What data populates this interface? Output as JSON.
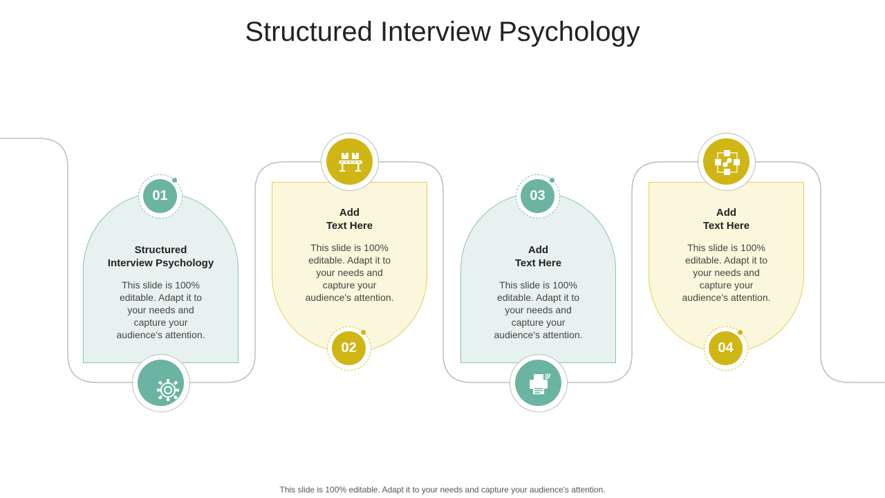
{
  "page": {
    "title": "Structured Interview Psychology",
    "footer": "This slide is 100% editable. Adapt it to your needs and capture your audience's attention."
  },
  "colors": {
    "teal": "#6bb4a1",
    "yellow": "#cfb614",
    "teal_fill": "#e7f2f0",
    "yellow_fill": "#fbf7dc",
    "connector": "#bdbdbd"
  },
  "steps": [
    {
      "number": "01",
      "heading": "Structured\nInterview Psychology",
      "body": "This slide is 100%\neditable. Adapt it to\nyour needs and\ncapture your\naudience's attention.",
      "icon": "gear-cycle-icon",
      "theme": "teal"
    },
    {
      "number": "02",
      "heading": "Add\nText Here",
      "body": "This slide is 100%\neditable. Adapt it to\nyour needs and\ncapture your\naudience's attention.",
      "icon": "conveyor-boxes-icon",
      "theme": "yellow"
    },
    {
      "number": "03",
      "heading": "Add\nText Here",
      "body": "This slide is 100%\neditable. Adapt it to\nyour needs and\ncapture your\naudience's attention.",
      "icon": "wireless-printer-icon",
      "theme": "teal"
    },
    {
      "number": "04",
      "heading": "Add\nText Here",
      "body": "This slide is 100%\neditable. Adapt it to\nyour needs and\ncapture your\naudience's attention.",
      "icon": "linked-cubes-icon",
      "theme": "yellow"
    }
  ]
}
